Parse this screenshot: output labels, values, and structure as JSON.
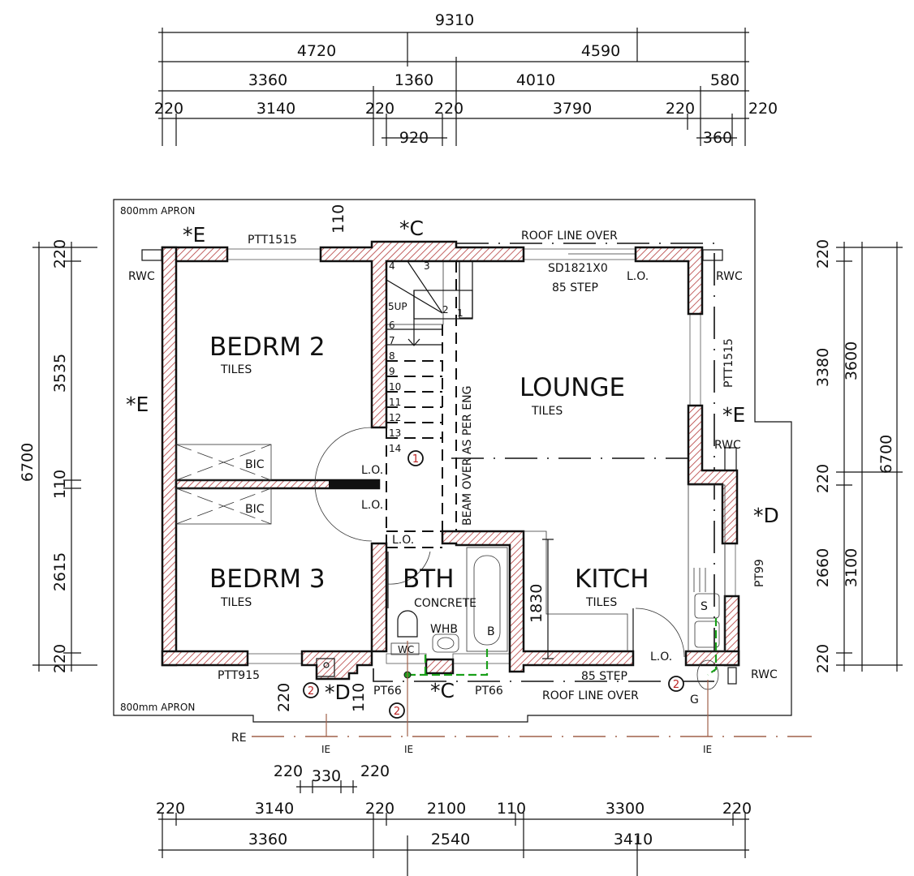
{
  "title_block": {
    "apron_top": "800mm APRON",
    "apron_bottom": "800mm APRON"
  },
  "dims_top": {
    "overall": "9310",
    "row2": [
      "4720",
      "4590"
    ],
    "row3": [
      "3360",
      "1360",
      "4010",
      "580"
    ],
    "row4": [
      "220",
      "3140",
      "220",
      "220",
      "3790",
      "220",
      "220"
    ],
    "row5": [
      "920",
      "360"
    ]
  },
  "dims_left": {
    "overall": "6700",
    "parts": [
      "220",
      "3535",
      "110",
      "2615",
      "220"
    ]
  },
  "dims_right": {
    "inner": [
      "220",
      "3380",
      "220",
      "2660",
      "220"
    ],
    "mid": [
      "3600",
      "3100"
    ],
    "overall": "6700"
  },
  "dims_bottom": {
    "row1": [
      "220",
      "330",
      "220"
    ],
    "row2": [
      "220",
      "3140",
      "220",
      "2100",
      "110",
      "3300",
      "220"
    ],
    "row3": [
      "3360",
      "2540",
      "3410"
    ]
  },
  "rooms": [
    {
      "name": "BEDRM 2",
      "floor": "TILES"
    },
    {
      "name": "LOUNGE",
      "floor": "TILES"
    },
    {
      "name": "BEDRM 3",
      "floor": "TILES"
    },
    {
      "name": "BTH",
      "floor": "CONCRETE"
    },
    {
      "name": "KITCH",
      "floor": "TILES"
    }
  ],
  "markers": {
    "e1": "*E",
    "e2": "*E",
    "e3": "*E",
    "c1": "*C",
    "c2": "*C",
    "d1": "*D",
    "d2": "*D"
  },
  "windows": {
    "w1": "PTT1515",
    "w2": "SD1821X0",
    "w3": "PTT1515",
    "w4": "PTT915",
    "w5": "PT66",
    "w6": "PT66",
    "w7": "PT99"
  },
  "notes": {
    "rwc": [
      "RWC",
      "RWC",
      "RWC",
      "RWC"
    ],
    "lo": [
      "L.O.",
      "L.O.",
      "L.O.",
      "L.O.",
      "L.O."
    ],
    "step1": "85 STEP",
    "step2": "85 STEP",
    "roof1": "ROOF LINE OVER",
    "roof2": "ROOF LINE OVER",
    "beam": "BEAM OVER AS PER ENG",
    "bic": [
      "BIC",
      "BIC"
    ],
    "dim110_top": "110",
    "dim1830": "1830",
    "dim220": "220",
    "dim110_bot": "110",
    "fixtures": {
      "whb": "WHB",
      "bath": "B",
      "wc": "WC",
      "sink": "S",
      "gully": "G"
    },
    "re": "RE",
    "ie": [
      "IE",
      "IE",
      "IE"
    ]
  },
  "stairs": [
    "1",
    "2",
    "3",
    "4",
    "5UP",
    "6",
    "7",
    "8",
    "9",
    "10",
    "11",
    "12",
    "13",
    "14"
  ],
  "callouts": [
    "1",
    "2",
    "2",
    "2"
  ]
}
